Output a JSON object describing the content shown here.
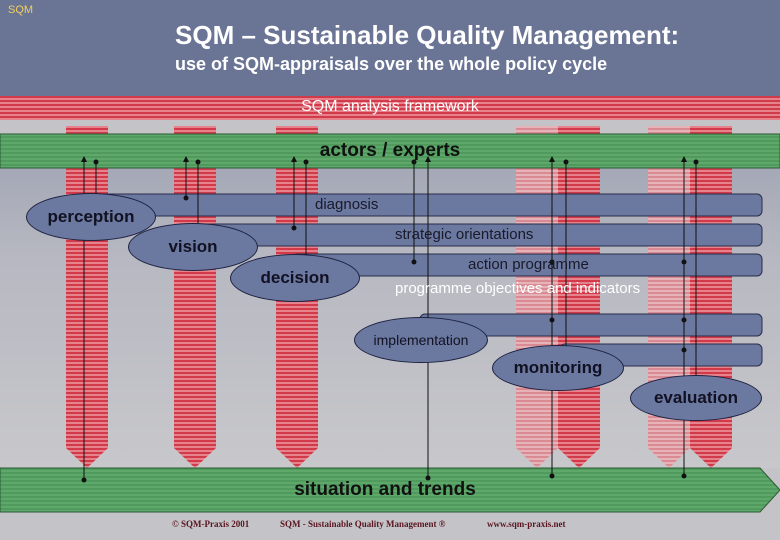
{
  "logo": "SQM",
  "title": "SQM – Sustainable Quality Management:",
  "subtitle": "use of SQM-appraisals over the whole policy cycle",
  "framework_label": "SQM analysis framework",
  "actors_label": "actors / experts",
  "situation_label": "situation and trends",
  "bars": {
    "diagnosis": "diagnosis",
    "strategic": "strategic orientations",
    "action": "action programme",
    "objectives": "programme objectives and indicators"
  },
  "phases": {
    "perception": "perception",
    "vision": "vision",
    "decision": "decision",
    "implementation": "implementation",
    "monitoring": "monitoring",
    "evaluation": "evaluation"
  },
  "footer": {
    "copyright": "© SQM-Praxis 2001",
    "name": "SQM - Sustainable Quality Management ®",
    "url": "www.sqm-praxis.net"
  },
  "colors": {
    "header_bg": "#6a7495",
    "body_bg": "#c4c4c8",
    "arrow_red": "#d23a4a",
    "band_green": "#4f9a5c",
    "bar_blue": "#6b78a0"
  }
}
